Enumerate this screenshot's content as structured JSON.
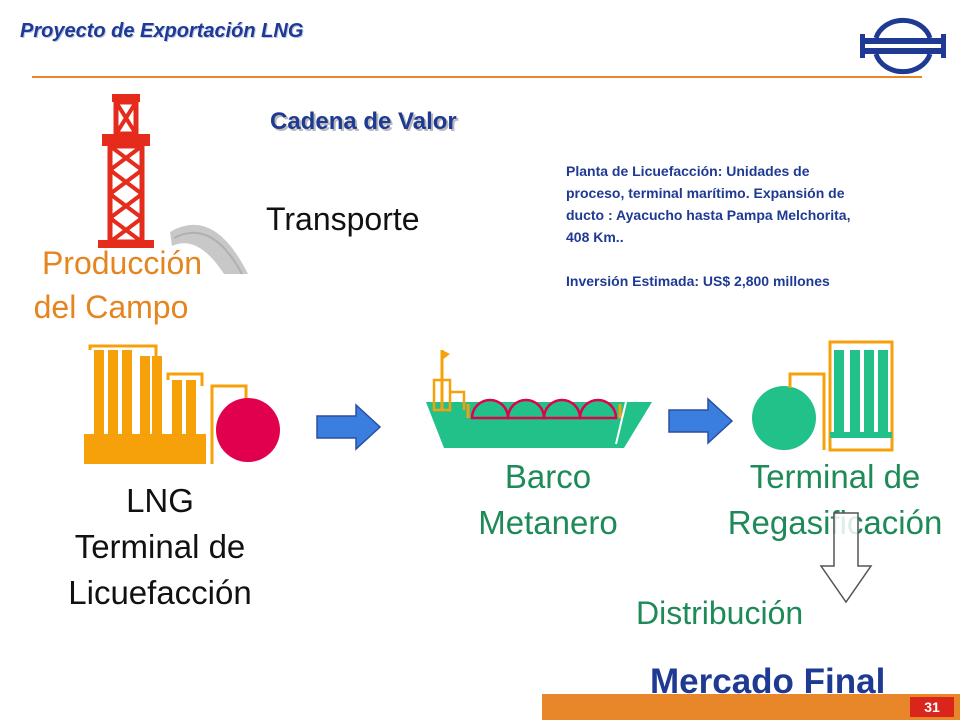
{
  "header": {
    "title": "Proyecto de Exportación LNG"
  },
  "section_heading": "Cadena de Valor",
  "stages": {
    "production": {
      "line1": "Producción",
      "line2": "del Campo"
    },
    "transport": "Transporte",
    "liquefaction": {
      "line1": "LNG",
      "line2": "Terminal de",
      "line3": "Licuefacción"
    },
    "ship": {
      "line1": "Barco",
      "line2": "Metanero"
    },
    "regasification": {
      "line1": "Terminal de",
      "line2": "Regasificación"
    },
    "distribution": "Distribución"
  },
  "info_box": {
    "paragraph1": "Planta de Licuefacción: Unidades de proceso, terminal marítimo. Expansión de ducto : Ayacucho hasta Pampa Melchorita, 408 Km..",
    "paragraph2": "Inversión Estimada: US$ 2,800 millones"
  },
  "final_market": "Mercado Final",
  "page_number": "31",
  "icons": {
    "logo": "company-pipe-logo-icon",
    "rig": "drilling-rig-icon",
    "plant": "lng-plant-icon",
    "ship": "lng-carrier-ship-icon",
    "regas": "regasification-terminal-icon"
  },
  "colors": {
    "navy": "#1f3a93",
    "orange": "#e8862a",
    "rig_red": "#e52b1c",
    "plant_orange": "#f7a10a",
    "lng_sphere": "#e0004d",
    "ship_green": "#22c18a",
    "label_green": "#1d8a57",
    "arrow_blue": "#3a7fe0",
    "page_badge": "#d9251c"
  }
}
